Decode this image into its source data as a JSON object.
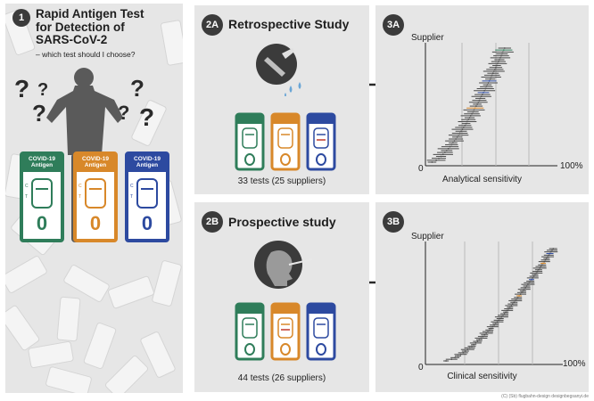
{
  "colors": {
    "panel_bg": "#e6e6e6",
    "dark": "#3b3b3b",
    "green": "#2f7d5a",
    "orange": "#d8882a",
    "blue": "#2d4aa0"
  },
  "panel1": {
    "number": "1",
    "title_lines": [
      "Rapid Antigen Test",
      "for Detection of",
      "SARS-CoV-2"
    ],
    "subtitle": "– which test should I choose?",
    "question_marks": [
      "?",
      "?",
      "?",
      "?",
      "?",
      "?"
    ]
  },
  "panel2a": {
    "number": "2A",
    "title": "Retrospective Study",
    "caption": "33 tests (25 suppliers)"
  },
  "panel2b": {
    "number": "2B",
    "title": "Prospective study",
    "caption": "44 tests (26 suppliers)"
  },
  "panel3a": {
    "number": "3A",
    "ylabel": "Supplier",
    "xlabel": "Analytical sensitivity",
    "x_min_label": "0",
    "x_max_label": "100%"
  },
  "panel3b": {
    "number": "3B",
    "ylabel": "Supplier",
    "xlabel": "Clinical sensitivity",
    "x_min_label": "0",
    "x_max_label": "100%"
  },
  "test_card": {
    "header_line1": "COVID-19",
    "header_line2": "Antigen",
    "mark_c": "C",
    "mark_t": "T",
    "well_label": "0"
  },
  "footnote": "(C) (Sb) flugbahn-design designbegsanyi.de"
}
